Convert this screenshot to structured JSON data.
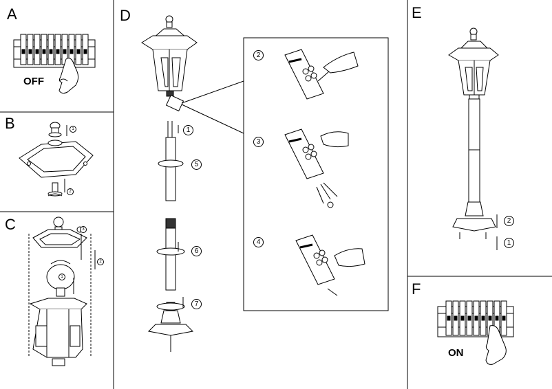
{
  "panels": {
    "A": {
      "letter": "A",
      "caption": "OFF"
    },
    "B": {
      "letter": "B",
      "steps": [
        "1",
        "2"
      ]
    },
    "C": {
      "letter": "C",
      "steps": [
        "1",
        "2",
        "3"
      ]
    },
    "D": {
      "letter": "D",
      "steps": [
        "1",
        "5",
        "6",
        "7"
      ],
      "detail_steps": [
        "2",
        "3",
        "4"
      ]
    },
    "E": {
      "letter": "E",
      "steps": [
        "2",
        "1"
      ]
    },
    "F": {
      "letter": "F",
      "caption": "ON"
    }
  }
}
